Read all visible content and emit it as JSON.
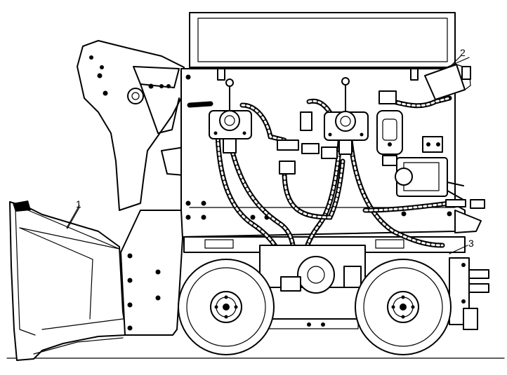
{
  "callouts": {
    "bucket": "1",
    "control_box": "2",
    "chassis": "3"
  },
  "colors": {
    "line": "#000000",
    "paper": "#ffffff"
  }
}
